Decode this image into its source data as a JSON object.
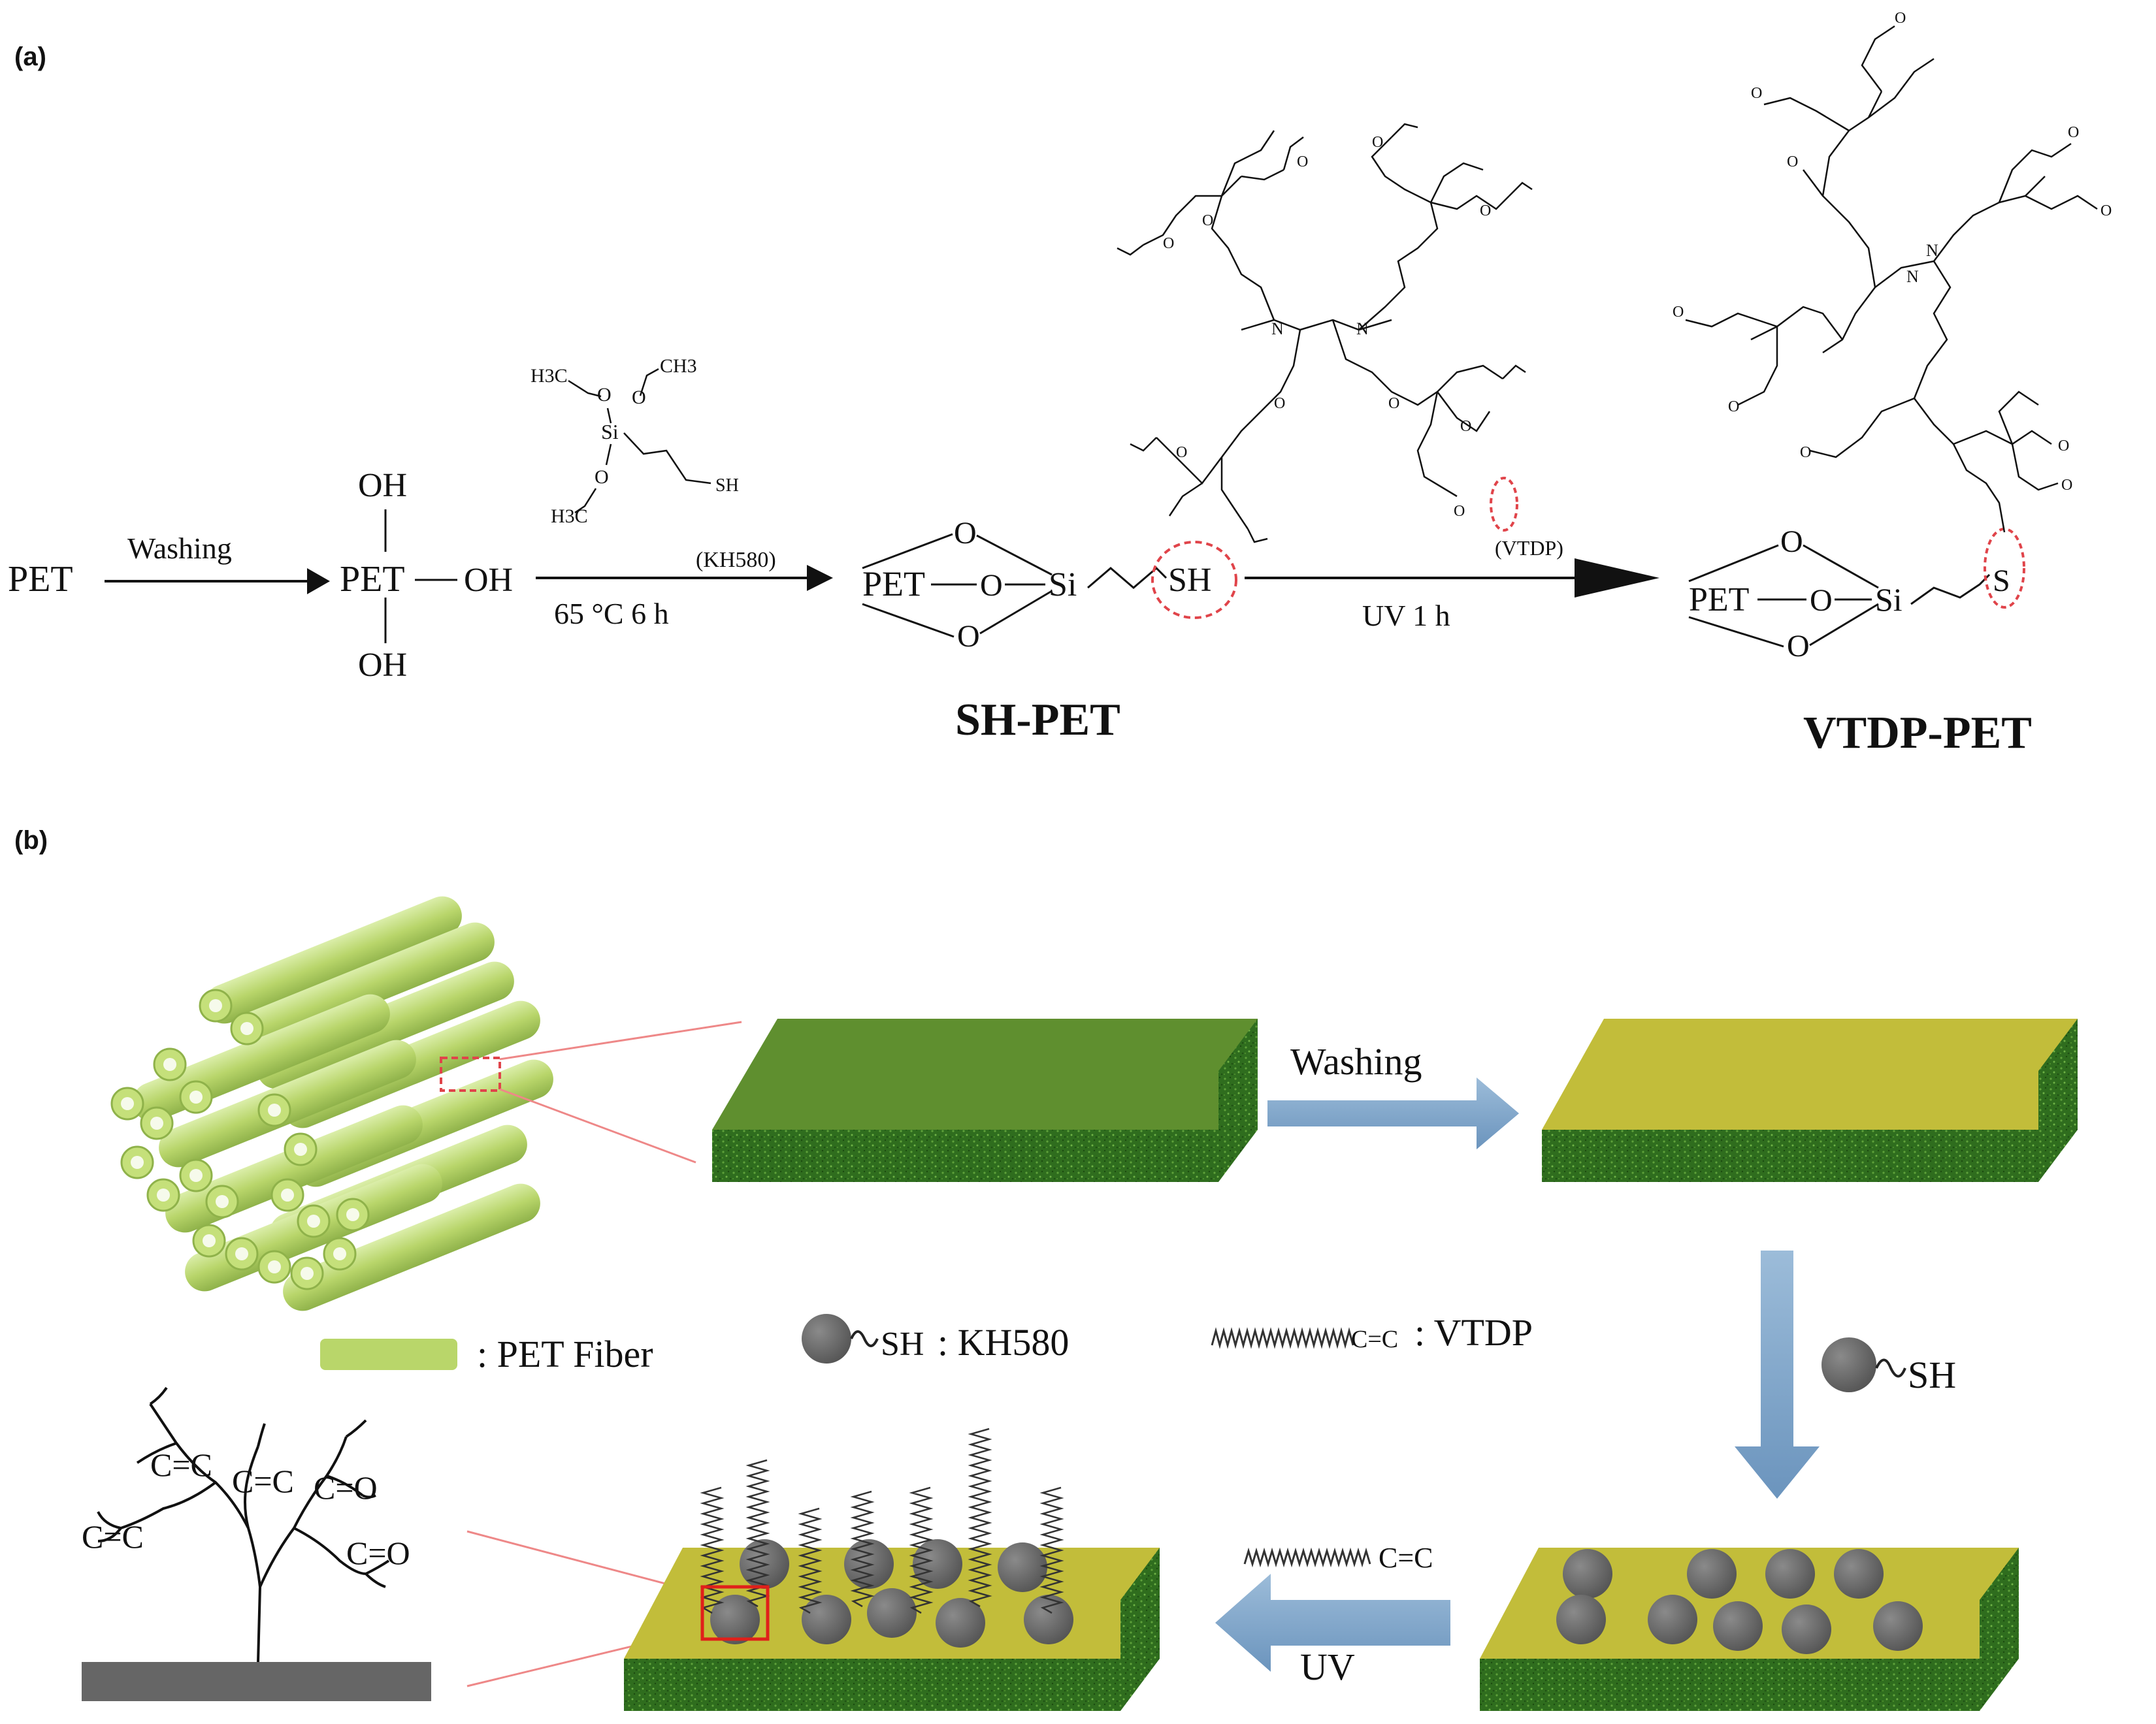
{
  "panels": {
    "a": {
      "label": "(a)",
      "pet": "PET",
      "washing": "Washing",
      "oh": "OH",
      "pet2": "PET",
      "o": "O",
      "si": "Si",
      "sh": "SH",
      "s": "S",
      "kh580_tag": "(KH580)",
      "vtdp_tag": "(VTDP)",
      "cond1": "65 °C 6 h",
      "cond2": "UV 1 h",
      "silane": {
        "h3c_a": "H3C",
        "ch3": "CH3",
        "h3c_b": "H3C",
        "si": "Si",
        "sh": "SH",
        "o": "O"
      },
      "product1": "SH-PET",
      "product2": "VTDP-PET",
      "dendrimer_atoms": {
        "o": "O",
        "n": "N"
      }
    },
    "b": {
      "label": "(b)",
      "washing": "Washing",
      "uv": "UV",
      "legend": {
        "fiber": ": PET Fiber",
        "kh_sh": "SH",
        "kh": ": KH580",
        "vtdp_cc": "C=C",
        "vtdp": ": VTDP"
      },
      "arrow_sh": "SH",
      "arrow_cc": "C=C",
      "tree": {
        "cc": "C=C",
        "co": "C=O"
      }
    }
  },
  "colors": {
    "fiber": "#b9d66a",
    "sheet_top_green": "#5f8f2f",
    "sheet_side": "#2e6b1c",
    "sheet_top_yellow": "#c2bd3a",
    "arrow_blue": "#7fa6c8",
    "circle_red": "#e0444a",
    "particle_gray": "#6d6d6d"
  }
}
